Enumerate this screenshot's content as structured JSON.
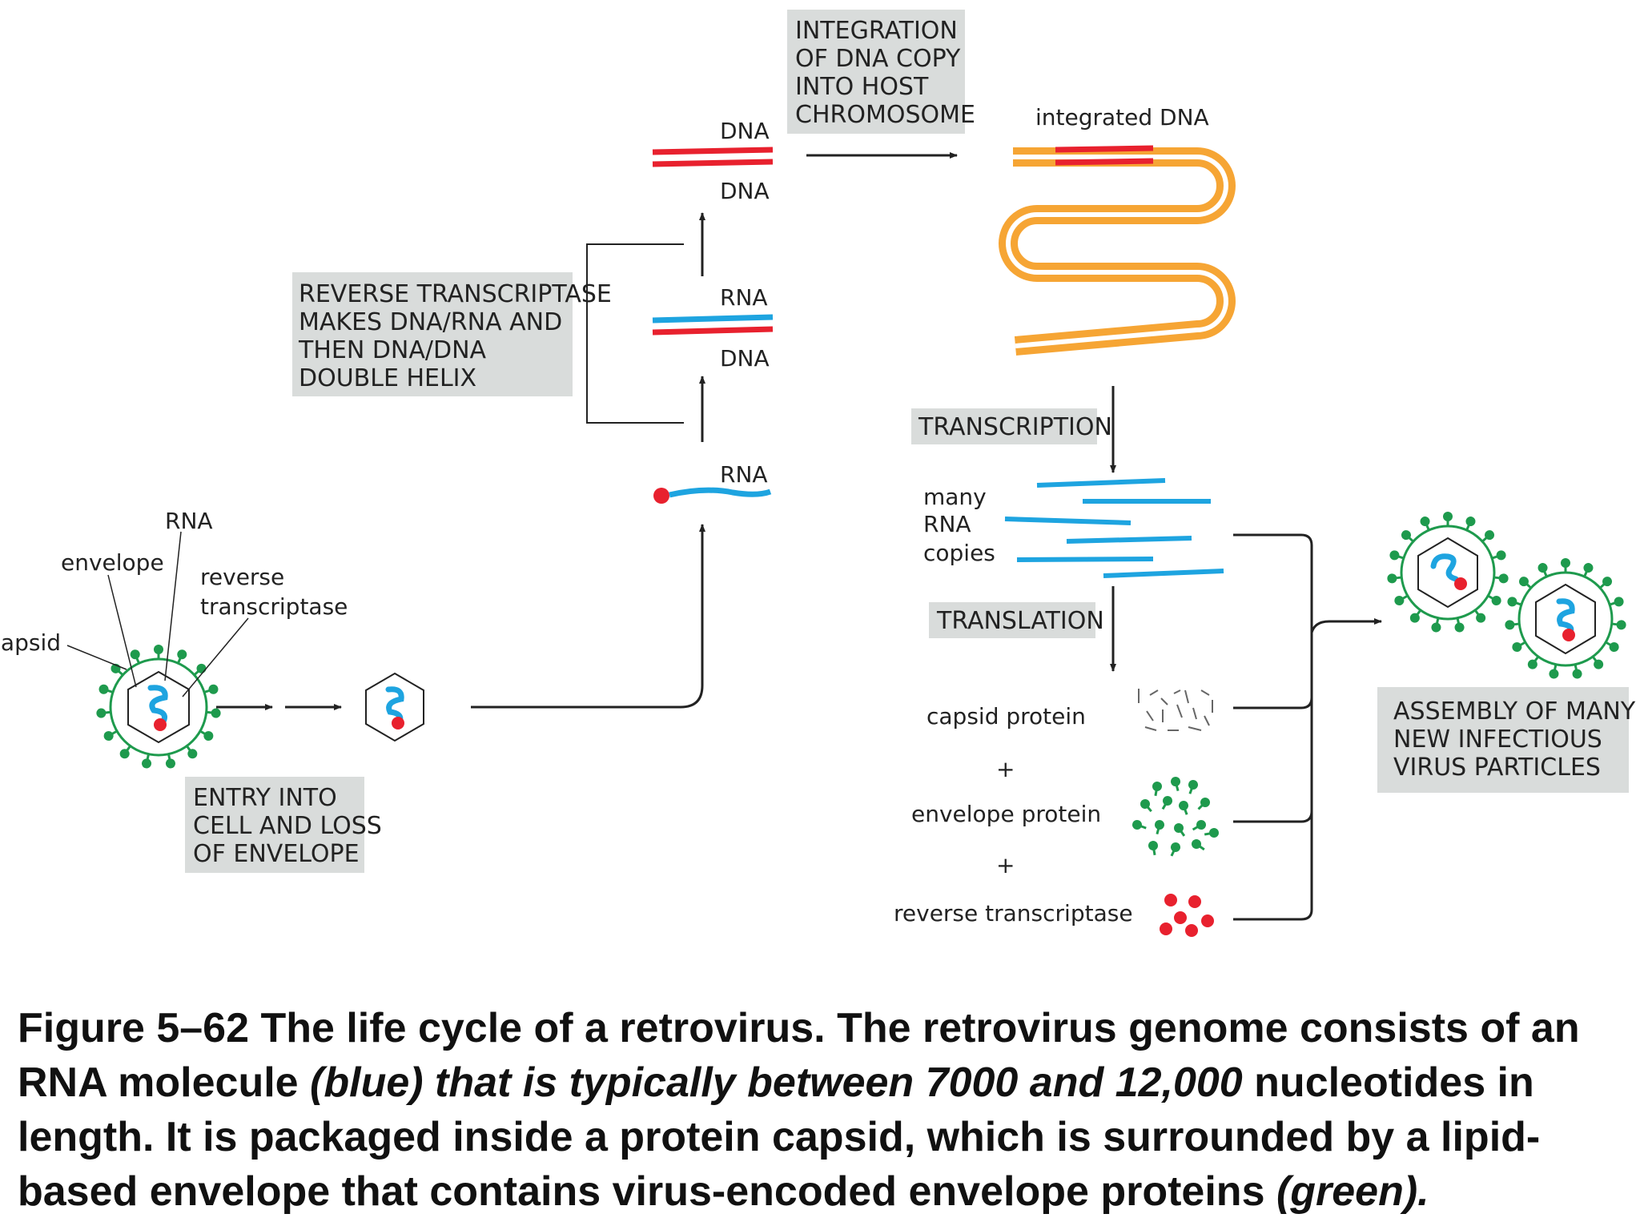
{
  "labels": {
    "dna_top": "DNA",
    "dna_mid": "DNA",
    "rna_hybrid": "RNA",
    "dna_hybrid": "DNA",
    "rna_single": "RNA",
    "integrated_dna": "integrated DNA",
    "many_rna_copies": [
      "many",
      "RNA",
      "copies"
    ],
    "virus_rna": "RNA",
    "envelope": "envelope",
    "reverse_transcriptase": [
      "reverse",
      "transcriptase"
    ],
    "capsid": "capsid",
    "capsid_protein": "capsid protein",
    "plus1": "+",
    "envelope_protein": "envelope protein",
    "plus2": "+",
    "reverse_transcriptase_product": "reverse transcriptase"
  },
  "boxes": {
    "integration": [
      "INTEGRATION",
      "OF DNA COPY",
      "INTO HOST",
      "CHROMOSOME"
    ],
    "reverse_transcriptase": [
      "REVERSE TRANSCRIPTASE",
      "MAKES DNA/RNA AND",
      "THEN DNA/DNA",
      "DOUBLE HELIX"
    ],
    "transcription": [
      "TRANSCRIPTION"
    ],
    "translation": [
      "TRANSLATION"
    ],
    "entry": [
      "ENTRY INTO",
      "CELL AND LOSS",
      "OF ENVELOPE"
    ],
    "assembly": [
      "ASSEMBLY OF MANY",
      "NEW INFECTIOUS",
      "VIRUS PARTICLES"
    ]
  },
  "caption": {
    "part1": "Figure 5–62 The life cycle of a retrovirus. The retrovirus genome consists of an RNA molecule ",
    "part2_italic": "(blue) that is typically between 7000 and 12,000",
    "part3": " nucleotides in length. It is packaged inside a protein capsid, which is surrounded by a lipid-based envelope that contains virus-encoded envelope proteins ",
    "part4_italic": "(green)."
  },
  "colors": {
    "dna_red": "#e8212e",
    "rna_blue": "#1ea4e0",
    "host_orange": "#f6a534",
    "envelope_green": "#1e9a4d",
    "box_gray": "#d9dcdb"
  }
}
